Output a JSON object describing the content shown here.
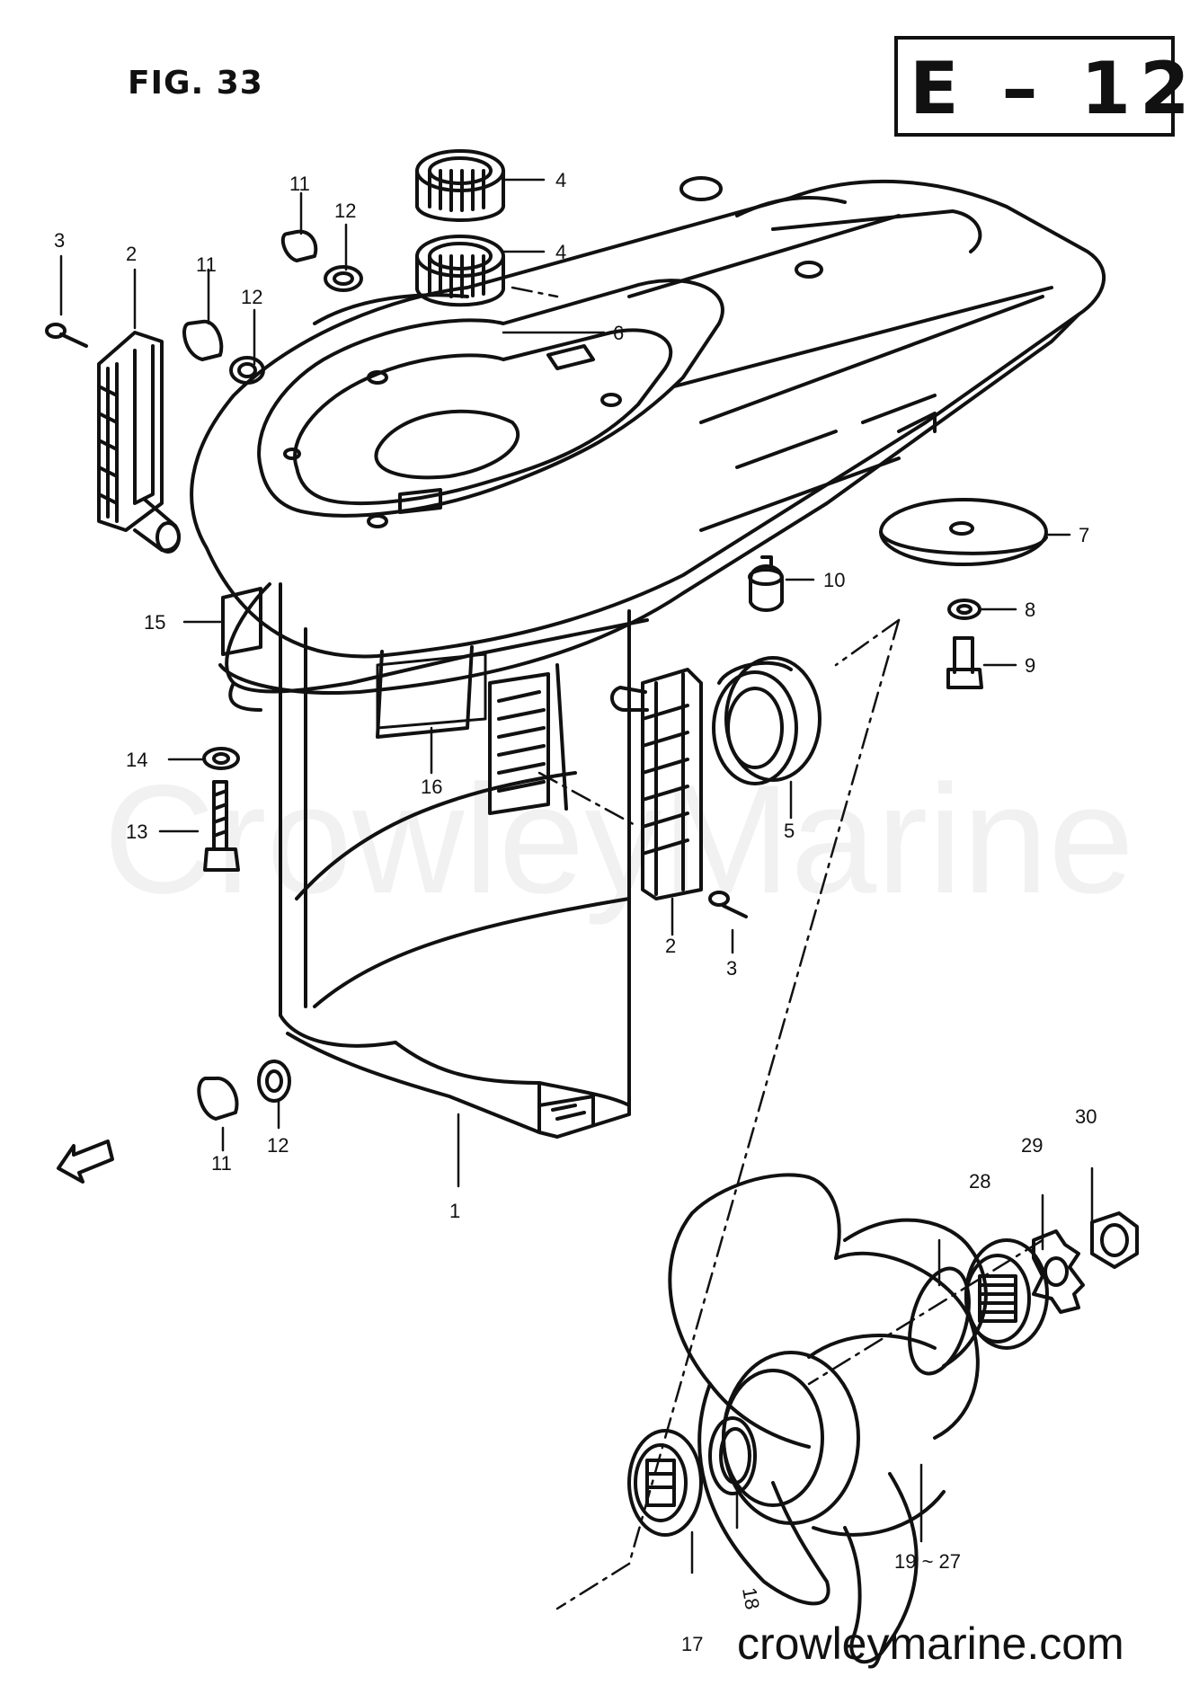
{
  "figure": {
    "title": "FIG. 33",
    "section_code": "E – 12"
  },
  "watermark": "CrowleyMarine",
  "site_url": "crowleymarine.com",
  "fwd_marker": "FWD",
  "colors": {
    "ink": "#111111",
    "paper": "#ffffff",
    "watermark": "#e6e6e6"
  },
  "callouts": [
    {
      "id": "c1",
      "label": "1"
    },
    {
      "id": "c2a",
      "label": "2"
    },
    {
      "id": "c2b",
      "label": "2"
    },
    {
      "id": "c3a",
      "label": "3"
    },
    {
      "id": "c3b",
      "label": "3"
    },
    {
      "id": "c4a",
      "label": "4"
    },
    {
      "id": "c4b",
      "label": "4"
    },
    {
      "id": "c5",
      "label": "5"
    },
    {
      "id": "c6",
      "label": "6"
    },
    {
      "id": "c7",
      "label": "7"
    },
    {
      "id": "c8",
      "label": "8"
    },
    {
      "id": "c9",
      "label": "9"
    },
    {
      "id": "c10",
      "label": "10"
    },
    {
      "id": "c11a",
      "label": "11"
    },
    {
      "id": "c11b",
      "label": "11"
    },
    {
      "id": "c11c",
      "label": "11"
    },
    {
      "id": "c12a",
      "label": "12"
    },
    {
      "id": "c12b",
      "label": "12"
    },
    {
      "id": "c12c",
      "label": "12"
    },
    {
      "id": "c13",
      "label": "13"
    },
    {
      "id": "c14",
      "label": "14"
    },
    {
      "id": "c15",
      "label": "15"
    },
    {
      "id": "c16",
      "label": "16"
    },
    {
      "id": "c17",
      "label": "17"
    },
    {
      "id": "c18",
      "label": "18"
    },
    {
      "id": "c19",
      "label": "19 ~ 27"
    },
    {
      "id": "c28",
      "label": "28"
    },
    {
      "id": "c29",
      "label": "29"
    },
    {
      "id": "c30",
      "label": "30"
    }
  ]
}
